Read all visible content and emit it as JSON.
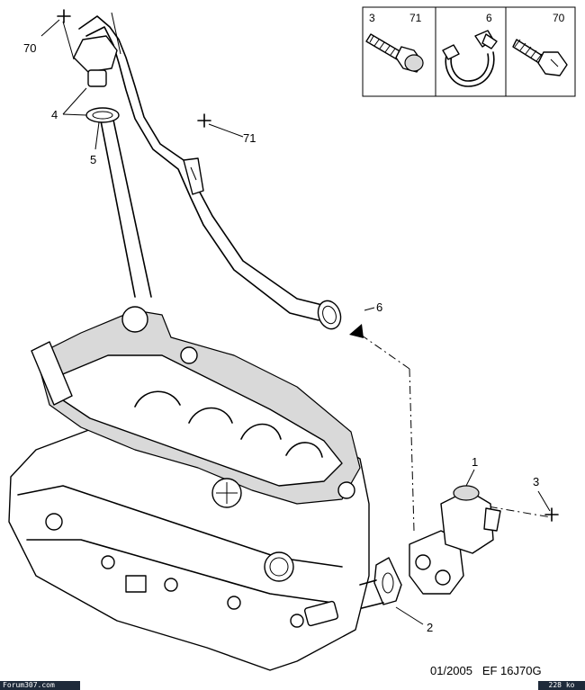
{
  "callouts": {
    "c70": "70",
    "c4": "4",
    "c5": "5",
    "c71": "71",
    "c6": "6",
    "c1": "1",
    "c3": "3",
    "c2": "2"
  },
  "legend": {
    "cell1_left": "3",
    "cell1_right": "71",
    "cell2": "6",
    "cell3": "70"
  },
  "reference": "01/2005   EF 16J70G",
  "footer": {
    "left": "Forum307.com",
    "right": "228 ko"
  }
}
